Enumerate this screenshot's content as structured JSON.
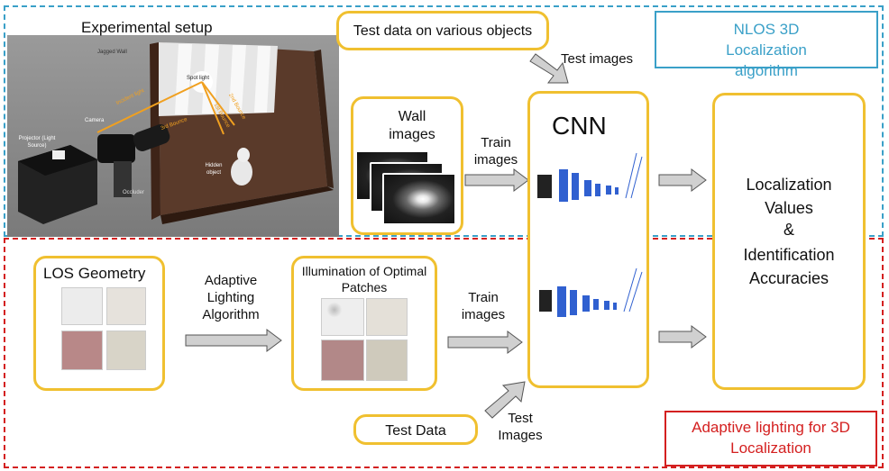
{
  "regions": {
    "nlos_title": "NLOS 3D Localization algorithm",
    "adaptive_title": "Adaptive lighting for 3D Localization"
  },
  "setup": {
    "title": "Experimental setup",
    "jagged_wall": "Jagged Wall",
    "spot_light": "Spot light",
    "projector": "Projector (Light Source)",
    "camera": "Camera",
    "incident_light": "Incident light",
    "bounce1": "1st Bounce",
    "bounce2": "2nd Bounce",
    "bounce3": "3rd Bounce",
    "hidden_object": "Hidden object",
    "occluder": "Occluder"
  },
  "top": {
    "test_data_objects": "Test data on various objects",
    "test_images": "Test images",
    "wall_images": "Wall images",
    "train_images": "Train images"
  },
  "cnn": {
    "label": "CNN"
  },
  "output": {
    "line1": "Localization",
    "line2": "Values",
    "line3": "&",
    "line4": "Identification",
    "line5": "Accuracies"
  },
  "bottom": {
    "los_geometry": "LOS Geometry",
    "adaptive_lighting": "Adaptive Lighting Algorithm",
    "illumination": "Illumination of Optimal Patches",
    "train_images": "Train images",
    "test_data": "Test Data",
    "test_images": "Test Images"
  },
  "colors": {
    "blue_region": "#3aa0c8",
    "red_region": "#d42020",
    "box_border": "#f0c030",
    "arrow_fill": "#d0d0d0"
  }
}
